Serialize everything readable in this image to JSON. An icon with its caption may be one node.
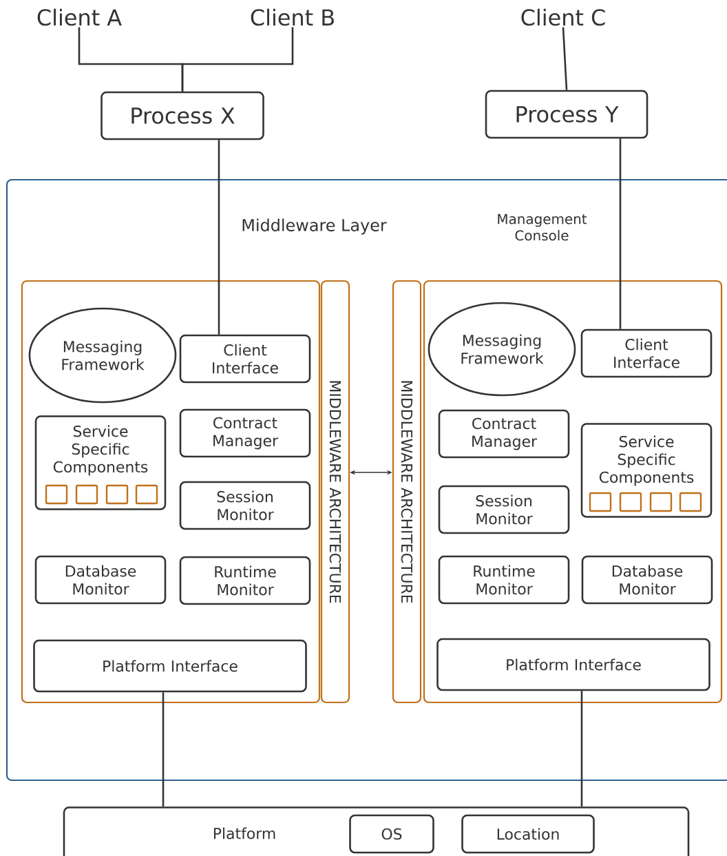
{
  "diagram": {
    "nodes": [
      {
        "text": [
          "Client A"
        ]
      },
      {
        "text": [
          "Client B"
        ]
      },
      {
        "text": [
          "Client C"
        ]
      },
      {
        "text": [
          "Process X"
        ]
      },
      {
        "text": [
          "Process Y"
        ]
      },
      {
        "text": [
          "Middleware Layer"
        ]
      },
      {
        "text": [],
        "shape": "box",
        "in": 5
      },
      {
        "text": [
          "MIDDLEWARE ARCHITECTURE"
        ],
        "in": 5
      },
      {
        "text": [
          "MIDDLEWARE ARCHITECTURE"
        ],
        "in": 5
      },
      {
        "text": [],
        "shape": "box",
        "in": 5
      },
      {
        "text": [
          "Messaging Framework"
        ],
        "in": 6
      },
      {
        "text": [
          "Client Interface"
        ],
        "in": 6
      },
      {
        "text": [
          "Service Specific Components"
        ],
        "in": 6
      },
      {
        "text": [
          "Contract Manager"
        ],
        "in": 6
      },
      {
        "text": [
          "Session Monitor"
        ],
        "in": 6
      },
      {
        "text": [
          "Database Monitor"
        ],
        "in": 6
      },
      {
        "text": [
          "Runtime Monitor"
        ],
        "in": 6
      },
      {
        "text": [
          "Platform Interface"
        ],
        "in": 6
      },
      {
        "text": [
          "Messaging Framework"
        ],
        "in": 9
      },
      {
        "text": [
          "Client Interface"
        ],
        "in": 9
      },
      {
        "text": [
          "Contract Manager"
        ],
        "in": 9
      },
      {
        "text": [
          "Service Specific Components"
        ],
        "in": 9
      },
      {
        "text": [
          "Session Monitor"
        ],
        "in": 9
      },
      {
        "text": [
          "Runtime Monitor"
        ],
        "in": 9
      },
      {
        "text": [
          "Database Monitor"
        ],
        "in": 9
      },
      {
        "text": [
          "Platform Interface"
        ],
        "in": 9
      },
      {
        "text": [
          "Platform"
        ]
      },
      {
        "text": [
          "OS"
        ],
        "in": 26
      },
      {
        "text": [
          "Location"
        ],
        "in": 26
      }
    ],
    "edges": [
      {
        "from": 0,
        "to": 3,
        "arrow": "none"
      },
      {
        "from": 1,
        "to": 3,
        "arrow": "none"
      },
      {
        "from": 2,
        "to": 4,
        "arrow": "none"
      },
      {
        "from": 3,
        "to": 11,
        "arrow": "none"
      },
      {
        "from": 4,
        "to": 19,
        "arrow": "none"
      },
      {
        "from": 7,
        "to": 8,
        "arrow": "both"
      },
      {
        "from": 17,
        "to": 26,
        "arrow": "none"
      },
      {
        "from": 25,
        "to": 26,
        "arrow": "none"
      }
    ],
    "labels": [
      "Management Console"
    ]
  }
}
